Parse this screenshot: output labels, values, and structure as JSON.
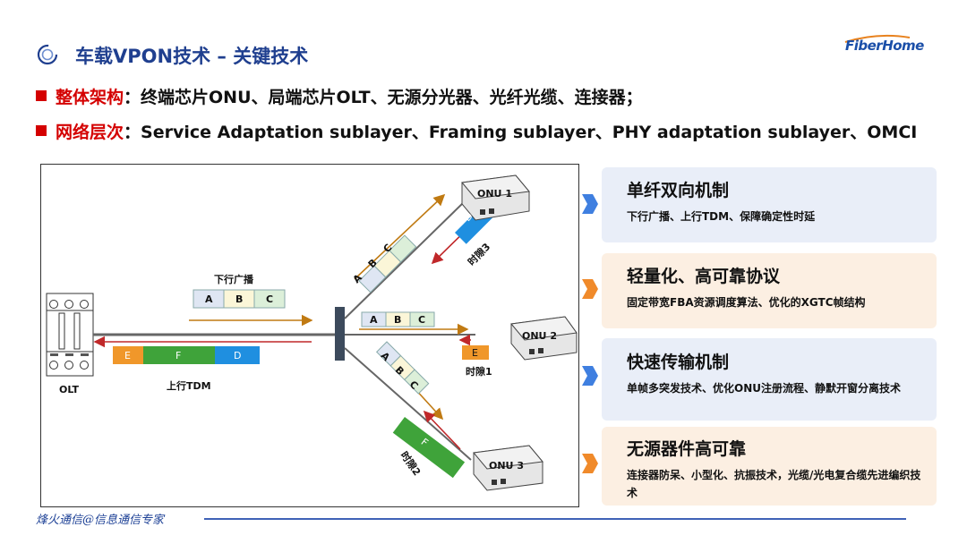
{
  "header": {
    "title": "车载VPON技术 – 关键技术",
    "brand": "FiberHome"
  },
  "bullets": [
    {
      "key": "整体架构",
      "rest": "：终端芯片ONU、局端芯片OLT、无源分光器、光纤光缆、连接器；"
    },
    {
      "key": "网络层次",
      "rest": "：Service Adaptation sublayer、Framing sublayer、PHY adaptation sublayer、OMCI"
    }
  ],
  "diagram": {
    "olt_label": "OLT",
    "onu1_label": "ONU 1",
    "onu2_label": "ONU 2",
    "onu3_label": "ONU 3",
    "downstream_label": "下行广播",
    "upstream_label": "上行TDM",
    "packet_a": "A",
    "packet_b": "B",
    "packet_c": "C",
    "packet_d": "D",
    "packet_e": "E",
    "packet_f": "F",
    "slot1": "时隙1",
    "slot2": "时隙2",
    "slot3": "时隙3",
    "colors": {
      "a": "#dfe6f3",
      "b": "#fbf6d8",
      "c": "#dcefd9",
      "d": "#1f8fe0",
      "e": "#f0972a",
      "f": "#3fa33a"
    }
  },
  "cards": [
    {
      "title": "单纤双向机制",
      "desc": "下行广播、上行TDM、保障确定性时延",
      "arrow_color": "#3f7fe0",
      "bg": "#e9eef8"
    },
    {
      "title": "轻量化、高可靠协议",
      "desc": "固定带宽FBA资源调度算法、优化的XGTC帧结构",
      "arrow_color": "#f08a2a",
      "bg": "#fcefe2"
    },
    {
      "title": "快速传输机制",
      "desc": "单帧多突发技术、优化ONU注册流程、静默开窗分离技术",
      "arrow_color": "#3f7fe0",
      "bg": "#e9eef8"
    },
    {
      "title": "无源器件高可靠",
      "desc": "连接器防呆、小型化、抗振技术，光缆/光电复合缆先进编织技术",
      "arrow_color": "#f08a2a",
      "bg": "#fcefe2"
    }
  ],
  "footer": {
    "slogan": "烽火通信@信息通信专家"
  }
}
